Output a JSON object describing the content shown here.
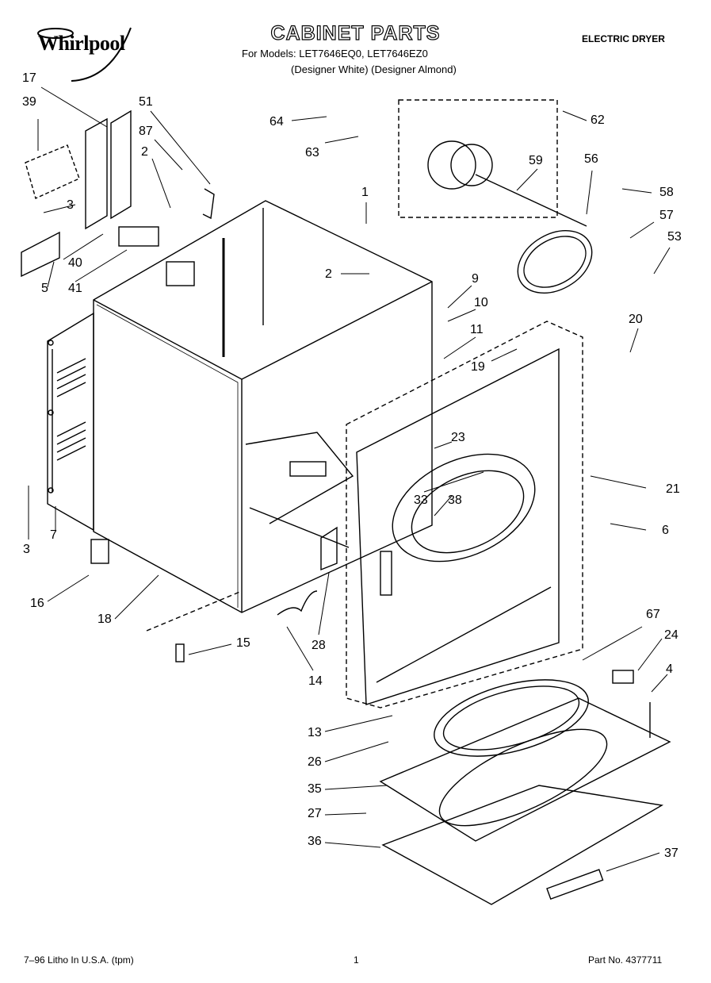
{
  "header": {
    "brand": "Whirlpool",
    "title": "CABINET PARTS",
    "models_line": "For Models: LET7646EQ0, LET7646EZ0",
    "variants_line": "(Designer White) (Designer Almond)",
    "product_type": "ELECTRIC DRYER"
  },
  "callouts": [
    "17",
    "39",
    "51",
    "87",
    "2",
    "3",
    "40",
    "5",
    "41",
    "64",
    "63",
    "62",
    "59",
    "56",
    "58",
    "57",
    "53",
    "1",
    "2",
    "9",
    "10",
    "11",
    "19",
    "20",
    "21",
    "23",
    "33",
    "38",
    "6",
    "3",
    "7",
    "16",
    "18",
    "15",
    "28",
    "14",
    "67",
    "24",
    "4",
    "13",
    "26",
    "35",
    "27",
    "36",
    "37"
  ],
  "footer": {
    "left": "7–96 Litho In U.S.A. (tpm)",
    "page": "1",
    "part_no": "Part No. 4377711"
  }
}
